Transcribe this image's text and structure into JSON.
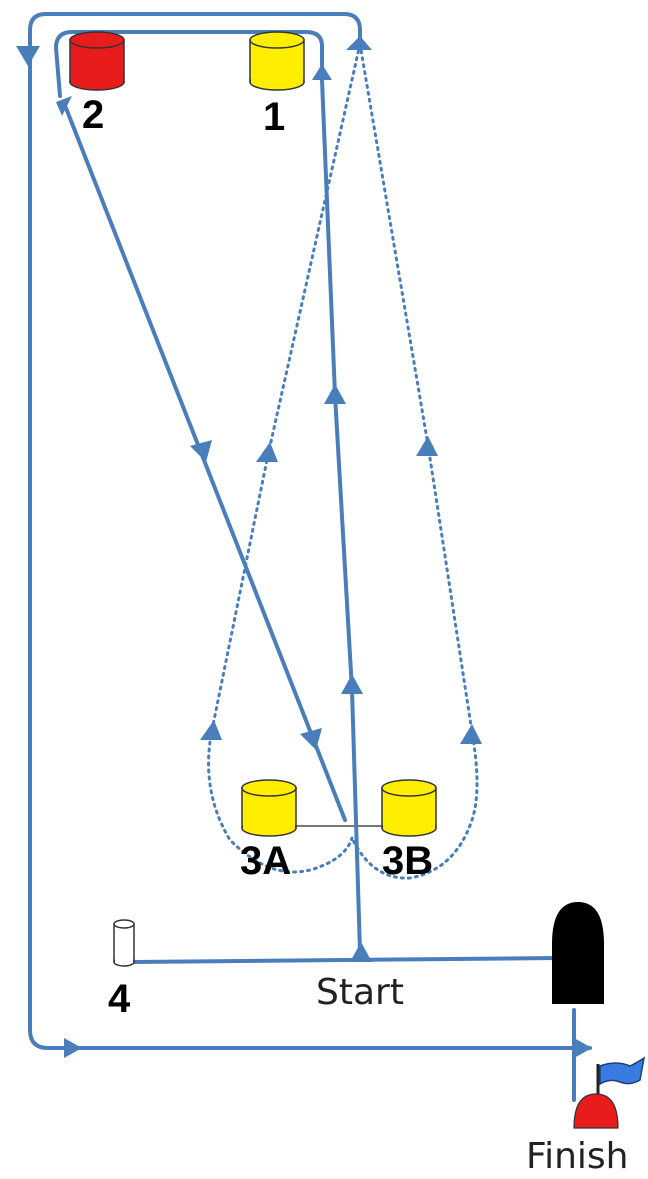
{
  "colors": {
    "route": "#4a7ebb",
    "mark_yellow": "#ffee00",
    "mark_red": "#e81c1c",
    "mark_white": "#ffffff",
    "committee_boat": "#000000",
    "finish_flag": "#3a7be0",
    "outline": "#333333"
  },
  "marks": {
    "mark_1": {
      "label": "1",
      "color": "yellow"
    },
    "mark_2": {
      "label": "2",
      "color": "red"
    },
    "mark_3a": {
      "label": "3A",
      "color": "yellow"
    },
    "mark_3b": {
      "label": "3B",
      "color": "yellow"
    },
    "mark_4": {
      "label": "4",
      "color": "white"
    }
  },
  "labels": {
    "start": "Start",
    "finish": "Finish"
  },
  "icons": {
    "committee_boat": "committee-boat-icon",
    "finish_buoy": "finish-buoy-icon",
    "finish_flag": "flag-icon"
  }
}
